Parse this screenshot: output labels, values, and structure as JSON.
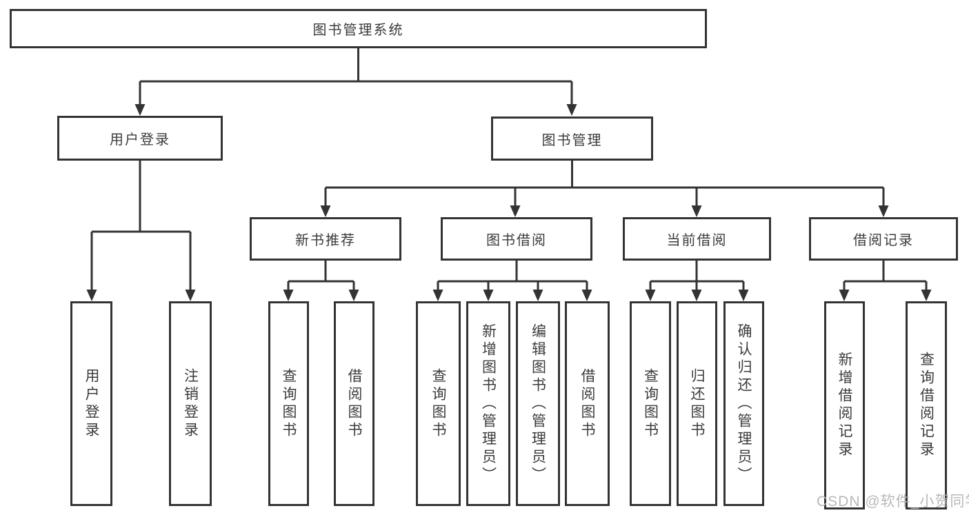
{
  "palette": {
    "line_color": "#333333",
    "border_color": "#333333",
    "text_color": "#3b3b3b",
    "watermark_color": "#b8b8b8",
    "background": "#ffffff"
  },
  "diagram": {
    "root": {
      "label": "图书管理系统",
      "children": [
        {
          "label": "用户登录",
          "children": [
            {
              "label": "用户登录"
            },
            {
              "label": "注销登录"
            }
          ]
        },
        {
          "label": "图书管理",
          "children": [
            {
              "label": "新书推荐",
              "children": [
                {
                  "label": "查询图书"
                },
                {
                  "label": "借阅图书"
                }
              ]
            },
            {
              "label": "图书借阅",
              "children": [
                {
                  "label": "查询图书"
                },
                {
                  "label": "新增图书（管理员）"
                },
                {
                  "label": "编辑图书（管理员）"
                },
                {
                  "label": "借阅图书"
                }
              ]
            },
            {
              "label": "当前借阅",
              "children": [
                {
                  "label": "查询图书"
                },
                {
                  "label": "归还图书"
                },
                {
                  "label": "确认归还（管理员）"
                }
              ]
            },
            {
              "label": "借阅记录",
              "children": [
                {
                  "label": "新增借阅记录"
                },
                {
                  "label": "查询借阅记录"
                }
              ]
            }
          ]
        }
      ]
    }
  },
  "watermark": {
    "text": "CSDN @软件_小贺同学"
  }
}
